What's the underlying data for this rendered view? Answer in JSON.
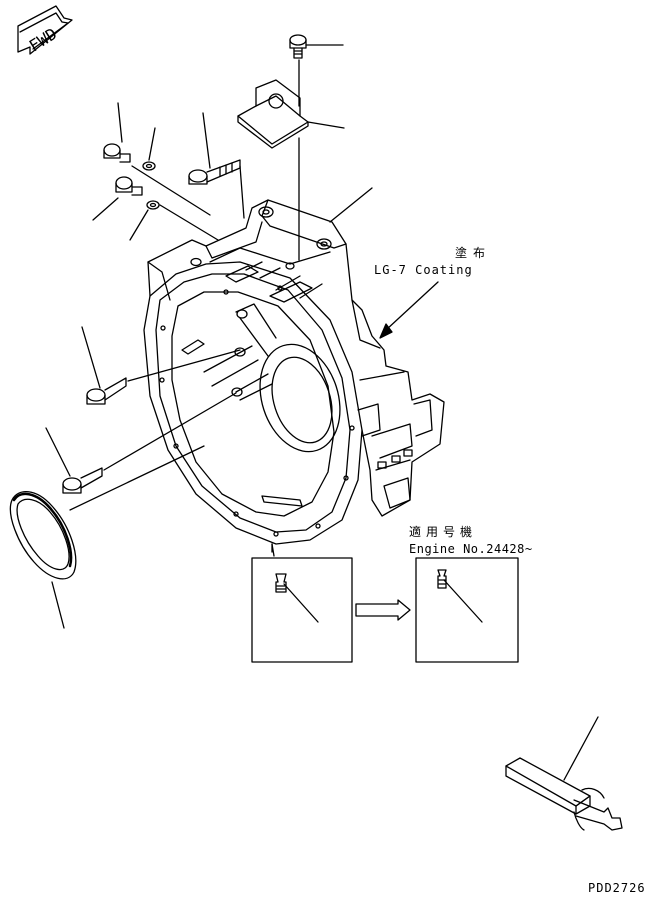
{
  "direction_marker": {
    "text": "FWD"
  },
  "coating_note": {
    "label_jp": "塗布",
    "label_en": "LG-7 Coating"
  },
  "engine_note": {
    "label_jp": "適用号機",
    "label_en": "Engine No.24428~"
  },
  "drawing_code": "PDD2726",
  "icons": [
    "fwd-arrow-icon",
    "change-arrow-icon"
  ]
}
